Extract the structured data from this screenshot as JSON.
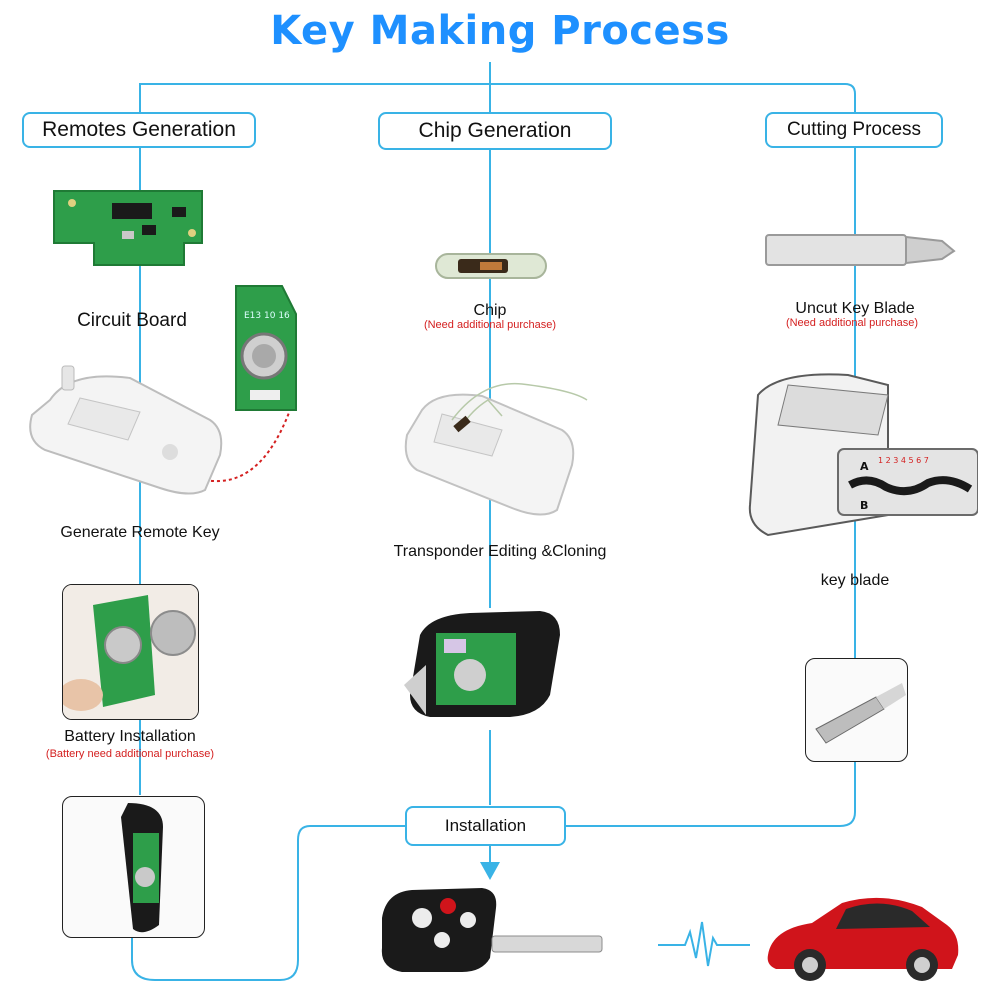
{
  "title": "Key Making Process",
  "columns": {
    "remotes": {
      "label": "Remotes Generation"
    },
    "chip": {
      "label": "Chip Generation"
    },
    "cutting": {
      "label": "Cutting Process"
    }
  },
  "remotes_steps": {
    "circuit_board": "Circuit Board",
    "generate_remote_key": "Generate Remote Key",
    "battery_installation": "Battery Installation",
    "battery_note": "(Battery need additional purchase)"
  },
  "chip_steps": {
    "chip": "Chip",
    "chip_note": "(Need additional purchase)",
    "transponder": "Transponder Editing &Cloning"
  },
  "cutting_steps": {
    "uncut_blade": "Uncut Key  Blade",
    "uncut_note": "(Need additional purchase)",
    "key_blade": "key blade"
  },
  "installation": {
    "label": "Installation"
  },
  "blade_chart": {
    "label_a": "A",
    "label_b": "B",
    "marks": "1 2 3 4 5 6 7"
  },
  "colors": {
    "accent": "#1e90ff",
    "line": "#39b3e6",
    "note": "#d42020",
    "pcb": "#2e9e4a",
    "car": "#d0141b"
  }
}
